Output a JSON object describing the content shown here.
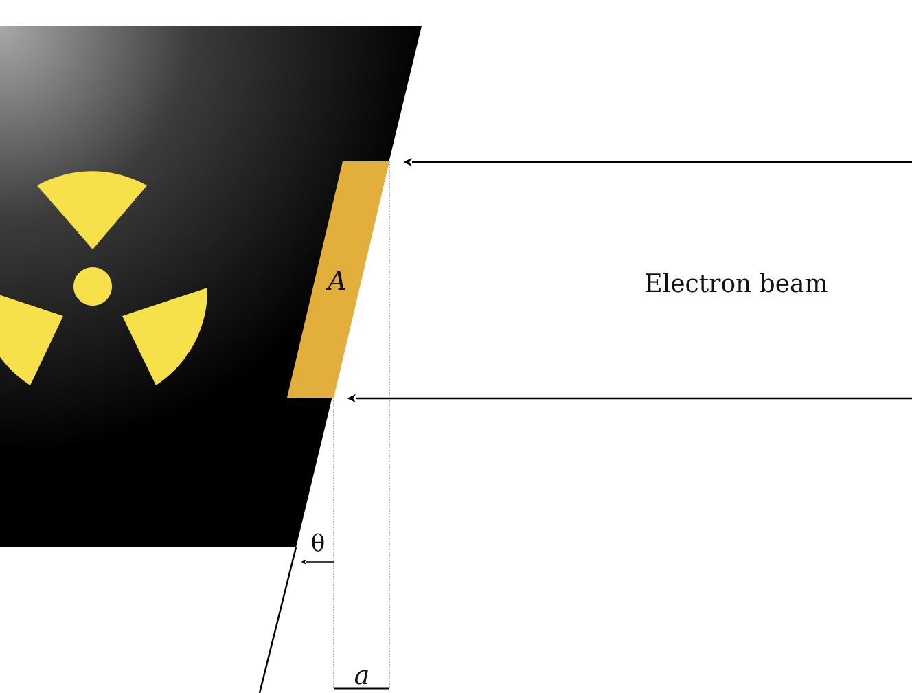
{
  "labels": {
    "beam": "Electron beam",
    "area": "A",
    "angle": "θ",
    "width": "a"
  },
  "colors": {
    "background": "#ffffff",
    "target_dark": "#000000",
    "target_highlight": "#a8a8a8",
    "trefoil": "#f7e14a",
    "focal_spot": "#e2af3c",
    "line": "#000000"
  },
  "icons": {
    "symbol": "radiation-trefoil-icon"
  }
}
